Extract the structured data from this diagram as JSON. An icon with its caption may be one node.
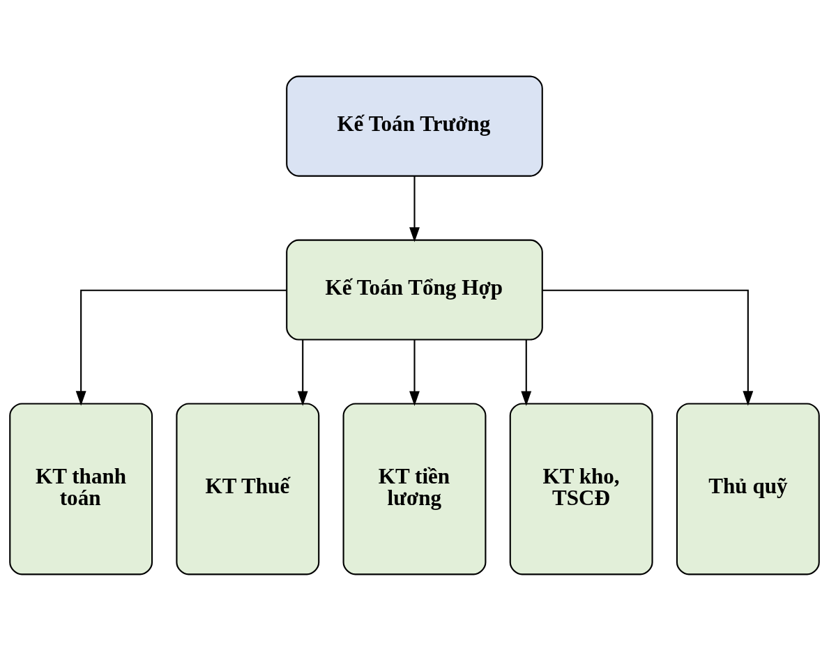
{
  "diagram": {
    "nodes": [
      {
        "text": [
          "Kế Toán Trưởng"
        ]
      },
      {
        "text": [
          "Kế Toán Tổng Hợp"
        ]
      },
      {
        "text": [
          "KT thanh toán"
        ]
      },
      {
        "text": [
          "KT Thuế"
        ]
      },
      {
        "text": [
          "KT tiền lương"
        ]
      },
      {
        "text": [
          "KT kho, TSCĐ"
        ]
      },
      {
        "text": [
          "Thủ quỹ"
        ]
      }
    ],
    "edges": [
      {
        "from": 0,
        "to": 1,
        "arrow": "to"
      },
      {
        "from": 1,
        "to": 2,
        "arrow": "to"
      },
      {
        "from": 1,
        "to": 3,
        "arrow": "to"
      },
      {
        "from": 1,
        "to": 4,
        "arrow": "to"
      },
      {
        "from": 1,
        "to": 5,
        "arrow": "to"
      },
      {
        "from": 1,
        "to": 6,
        "arrow": "to"
      }
    ]
  }
}
